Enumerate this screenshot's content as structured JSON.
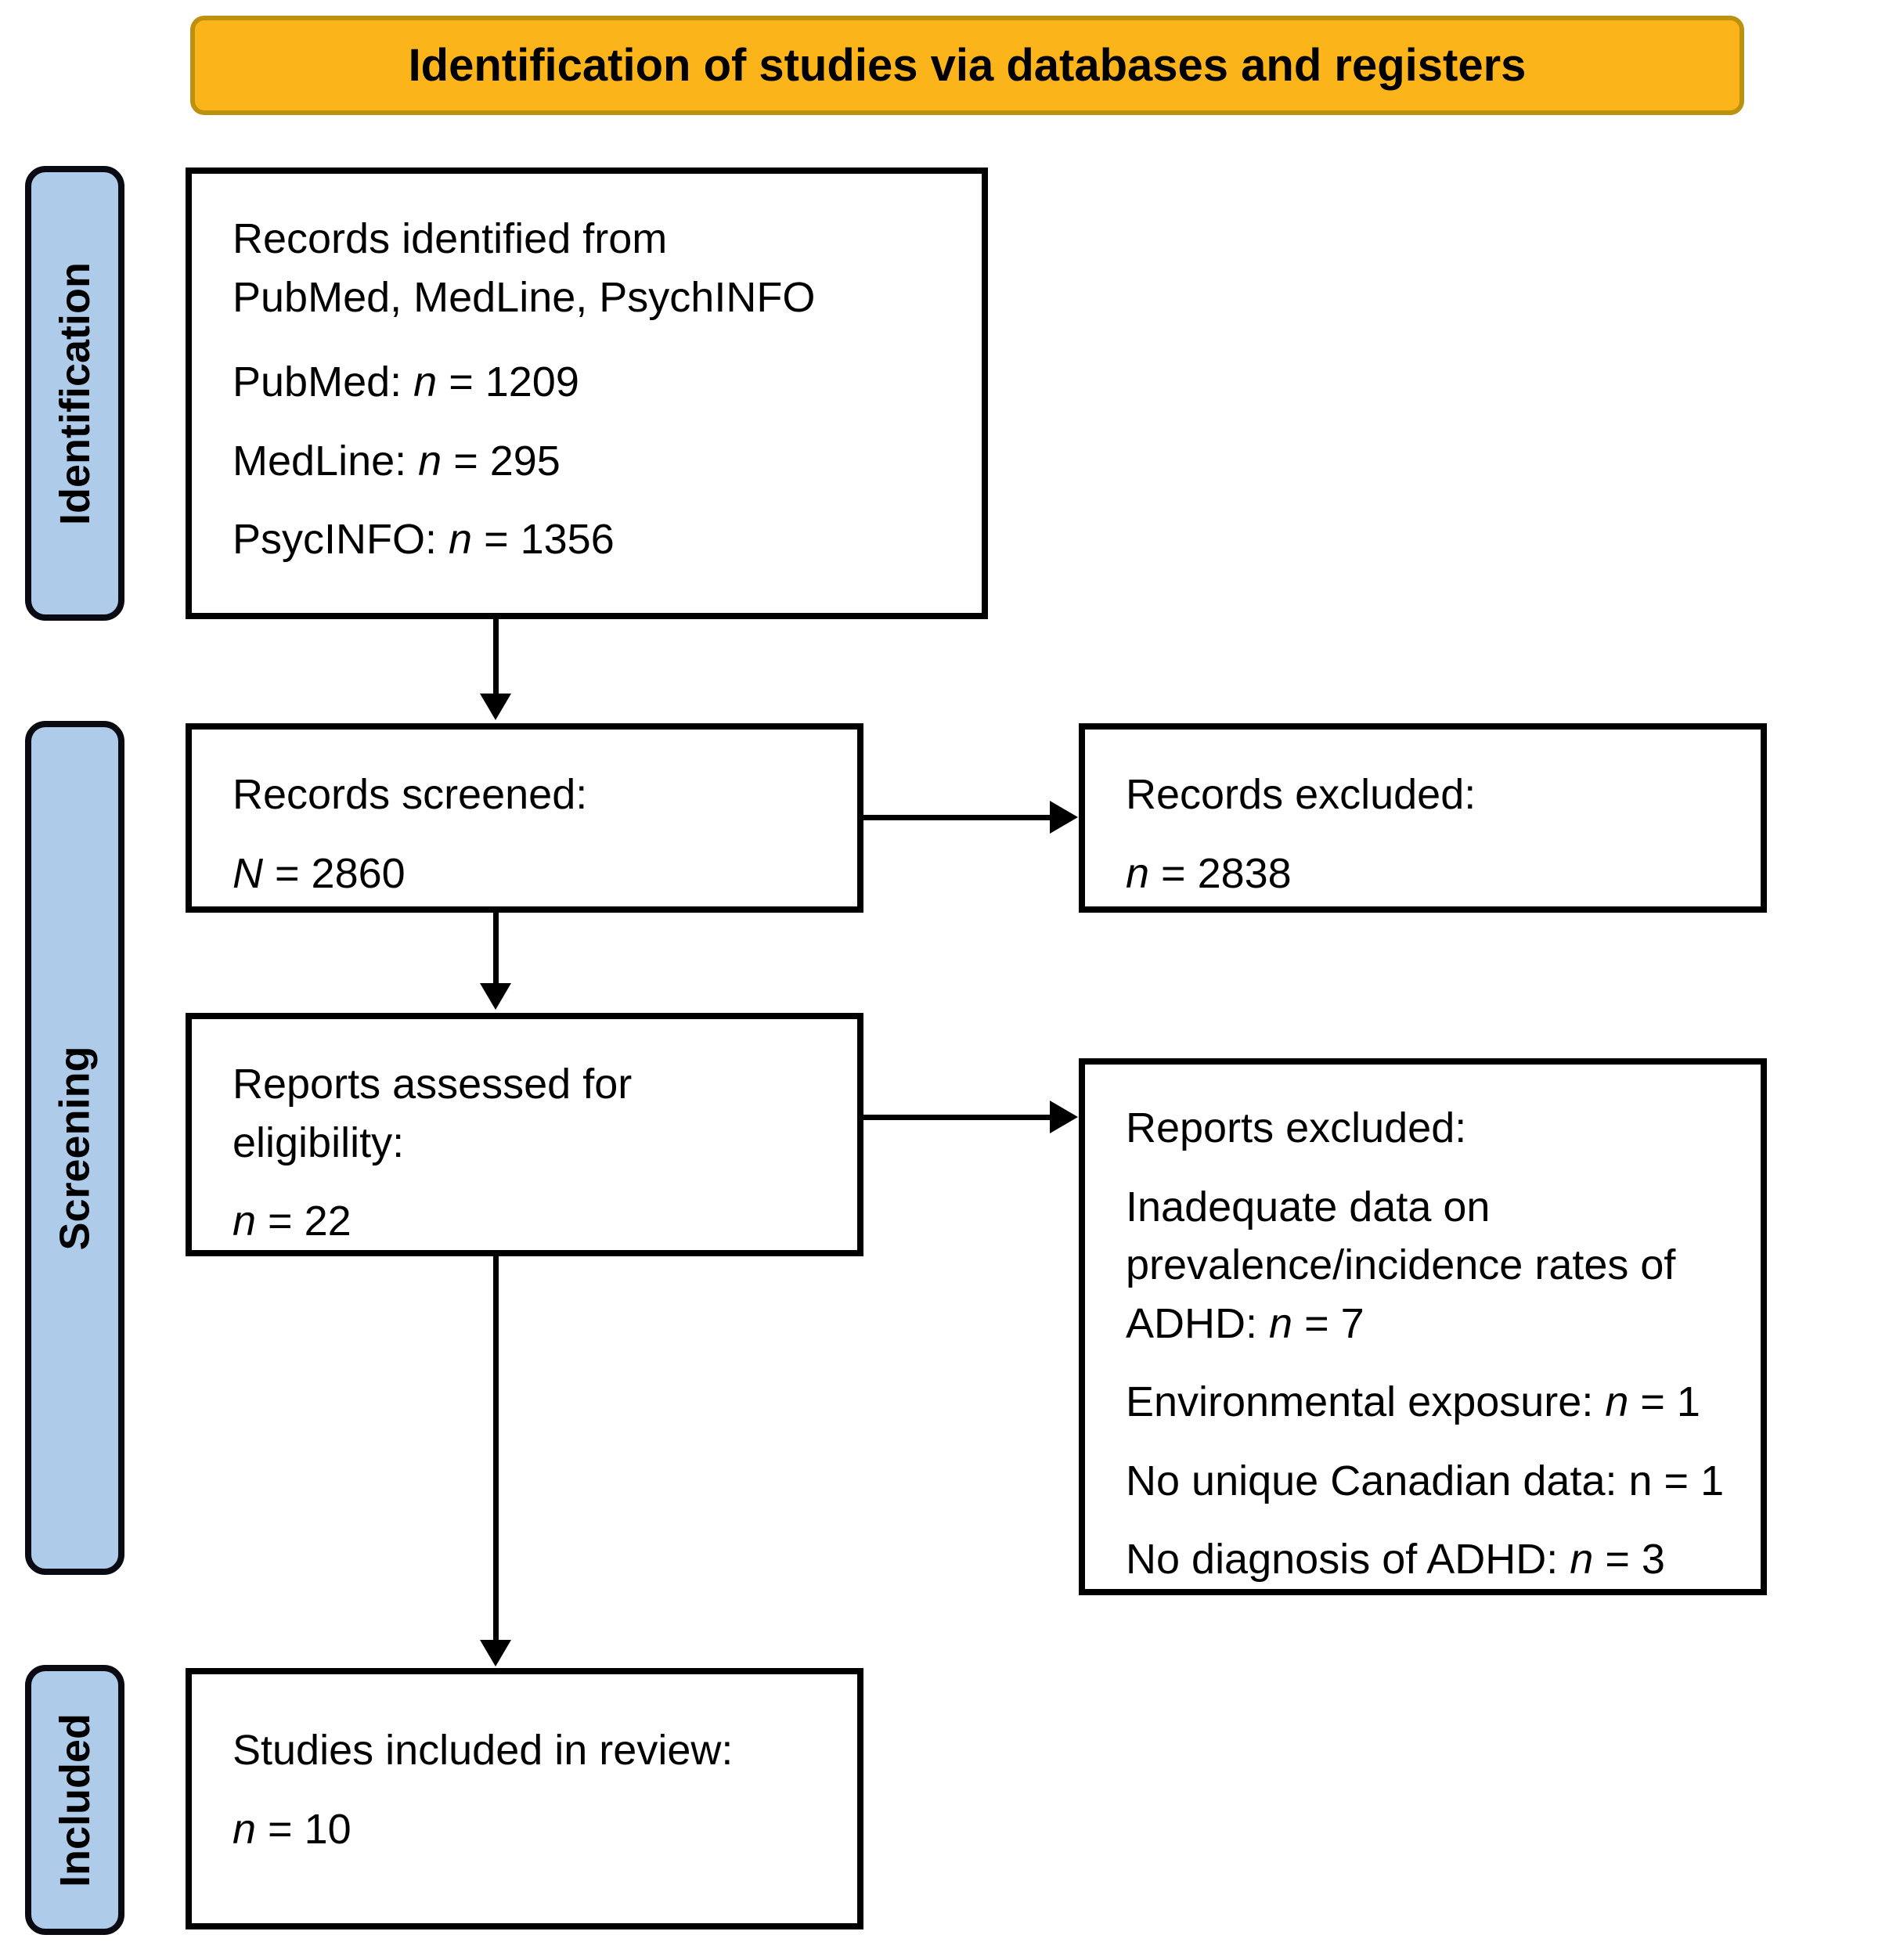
{
  "banner": {
    "label": "Identification of studies via databases and registers"
  },
  "stages": [
    {
      "id": "identification",
      "label": "Identification"
    },
    {
      "id": "screening",
      "label": "Screening"
    },
    {
      "id": "included",
      "label": "Included"
    }
  ],
  "boxes": {
    "records_identified": {
      "paragraphs": [
        [
          "Records identified from",
          "PubMed, MedLine, PsychINFO"
        ],
        [
          "PubMed: *n* = 1209"
        ],
        [
          "MedLine: *n* = 295"
        ],
        [
          "PsycINFO: *n* = 1356"
        ]
      ]
    },
    "records_screened": {
      "paragraphs": [
        [
          "Records screened:"
        ],
        [
          "*N* = 2860"
        ]
      ]
    },
    "records_excluded": {
      "paragraphs": [
        [
          "Records excluded:"
        ],
        [
          "*n* = 2838"
        ]
      ]
    },
    "reports_assessed": {
      "paragraphs": [
        [
          "Reports assessed for",
          "eligibility:"
        ],
        [
          "*n* = 22"
        ]
      ]
    },
    "reports_excluded": {
      "paragraphs": [
        [
          "Reports excluded:"
        ],
        [
          "Inadequate data on",
          "prevalence/incidence rates of",
          "ADHD: *n* = 7"
        ],
        [
          "Environmental exposure: *n* = 1"
        ],
        [
          "No unique Canadian data: n = 1"
        ],
        [
          "No diagnosis of ADHD: *n* = 3"
        ]
      ]
    },
    "studies_included": {
      "paragraphs": [
        [
          "Studies included in review:"
        ],
        [
          "*n* = 10"
        ]
      ]
    }
  },
  "connections": [
    {
      "from": "records_identified",
      "to": "records_screened",
      "direction": "down"
    },
    {
      "from": "records_screened",
      "to": "records_excluded",
      "direction": "right"
    },
    {
      "from": "records_screened",
      "to": "reports_assessed",
      "direction": "down"
    },
    {
      "from": "reports_assessed",
      "to": "reports_excluded",
      "direction": "right"
    },
    {
      "from": "reports_assessed",
      "to": "studies_included",
      "direction": "down"
    }
  ],
  "colors": {
    "banner_fill": "#FBB41A",
    "banner_border": "#BD9110",
    "stage_fill": "#AECBE9",
    "stage_border": "#0A0A12",
    "box_fill": "#FFFFFF",
    "box_border": "#000000",
    "arrow": "#000000",
    "text": "#000000"
  }
}
